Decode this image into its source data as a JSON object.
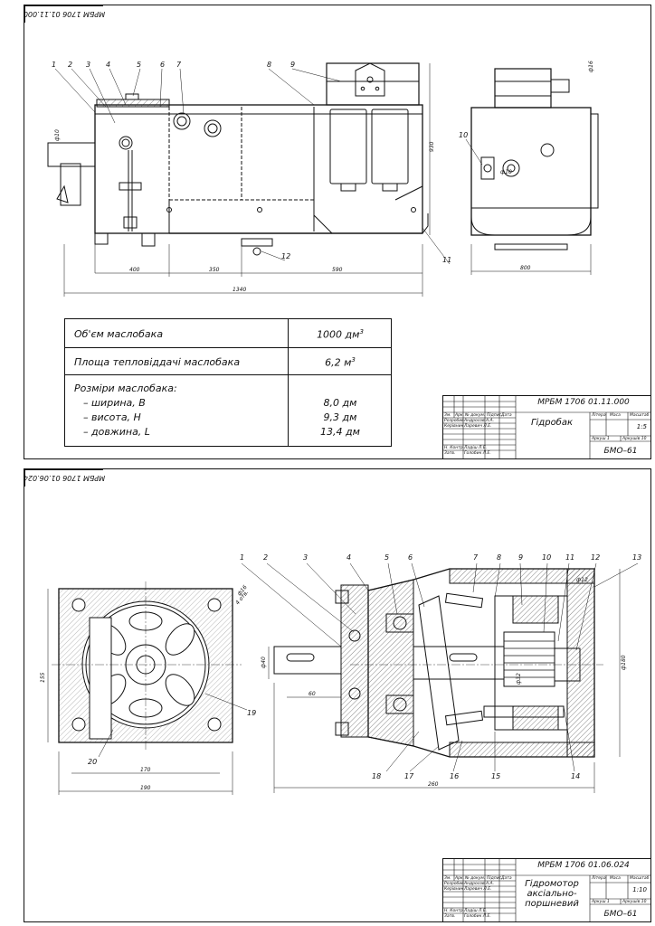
{
  "sheet1": {
    "code_tab": "МРБМ 1706 01.11.000",
    "positions": [
      "1",
      "2",
      "3",
      "4",
      "5",
      "6",
      "7",
      "8",
      "9",
      "10",
      "11",
      "12"
    ],
    "dimensions": {
      "d400": "400",
      "d350": "350",
      "d590": "590",
      "d1340": "1340",
      "d800": "800",
      "d930": "930",
      "phi10": "ф10",
      "phi16": "ф16",
      "phi10b": "ф10"
    },
    "params": {
      "volume_label": "Об'єм маслобака",
      "volume_value": "1000 дм",
      "volume_exp": "3",
      "area_label": "Площа тепловіддачі маслобака",
      "area_value": "6,2 м",
      "area_exp": "3",
      "size_label": "Розміри маслобака:",
      "width_label": "– ширина, B",
      "width_value": "8,0 дм",
      "height_label": "– висота, H",
      "height_value": "9,3 дм",
      "length_label": "– довжина, L",
      "length_value": "13,4 дм"
    },
    "stamp": {
      "code": "МРБМ 1706 01.11.000",
      "name": "Гідробак",
      "scale": "1:5",
      "org": "БМО–61",
      "razrob": "Розробив",
      "razrob_name": "Андросов А.А.",
      "konsult": "Керівник",
      "konsult_name": "Ларевич Л.Е.",
      "nkontr": "Н. Контр.",
      "nkontr_name": "Ладіш Л.Е.",
      "zatv": "Затв.",
      "zatv_name": "Голобик Л.Е.",
      "h_izm": "Зм.",
      "h_list": "Арк.",
      "h_doc": "№ докум.",
      "h_sign": "Підпис",
      "h_date": "Дата",
      "h_lit": "Літера",
      "h_mass": "Маса",
      "h_scale": "Масштаб",
      "h_sheet": "Аркуш 1",
      "h_sheets": "Аркушів 10"
    }
  },
  "sheet2": {
    "code_tab": "МРБМ 1706 01.06.024",
    "positions": [
      "1",
      "2",
      "3",
      "4",
      "5",
      "6",
      "7",
      "8",
      "9",
      "10",
      "11",
      "12",
      "13",
      "14",
      "15",
      "16",
      "17",
      "18",
      "19",
      "20"
    ],
    "dimensions": {
      "phi16": "ф16",
      "holes": "4 отв.",
      "d155": "155",
      "d170": "170",
      "d190": "190",
      "phi40": "ф40",
      "d60": "60",
      "d260": "260",
      "phi12": "ф12",
      "phi180": "ф180",
      "phi32": "ф32"
    },
    "stamp": {
      "code": "МРБМ 1706 01.06.024",
      "name1": "Гідромотор",
      "name2": "аксіально-поршневий",
      "scale": "1:10",
      "org": "БМО–61",
      "razrob": "Розробив",
      "razrob_name": "Андросов А.А.",
      "konsult": "Керівник",
      "konsult_name": "Ларевич Л.Е.",
      "nkontr": "Н. Контр.",
      "nkontr_name": "Ладіш Л.Е.",
      "zatv": "Затв.",
      "zatv_name": "Голобик Л.Е.",
      "h_izm": "Зм.",
      "h_list": "Арк.",
      "h_doc": "№ докум.",
      "h_sign": "Підпис",
      "h_date": "Дата",
      "h_lit": "Літера",
      "h_mass": "Маса",
      "h_scale": "Масштаб",
      "h_sheet": "Аркуш 1",
      "h_sheets": "Аркушів 10"
    }
  }
}
